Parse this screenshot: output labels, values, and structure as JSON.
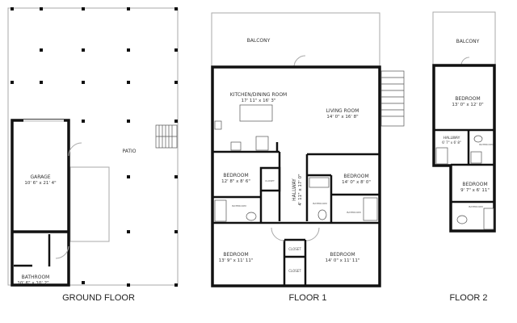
{
  "ground_floor": {
    "title": "GROUND FLOOR",
    "rooms": [
      {
        "name": "PATIO",
        "dims": ""
      },
      {
        "name": "GARAGE",
        "dims": "10' 6\" x 21' 4\""
      },
      {
        "name": "BATHROOM",
        "dims": "10' 6\" x 10' 2\""
      }
    ]
  },
  "floor_1": {
    "title": "FLOOR 1",
    "rooms": [
      {
        "name": "BALCONY",
        "dims": ""
      },
      {
        "name": "KITCHEN/DINING ROOM",
        "dims": "17' 11\" x 16' 3\""
      },
      {
        "name": "LIVING ROOM",
        "dims": "14' 0\" x 16' 8\""
      },
      {
        "name": "BEDROOM",
        "dims": "12' 8\" x 8' 6\""
      },
      {
        "name": "BEDROOM",
        "dims": "14' 0\" x 8' 0\""
      },
      {
        "name": "HALLWAY",
        "dims": "4' 11\" x 17' 0\""
      },
      {
        "name": "CLOSET",
        "dims": ""
      },
      {
        "name": "BATHROOM",
        "dims": ""
      },
      {
        "name": "BATHROOM",
        "dims": ""
      },
      {
        "name": "BATHROOM",
        "dims": ""
      },
      {
        "name": "BEDROOM",
        "dims": "13' 9\" x 11' 11\""
      },
      {
        "name": "BEDROOM",
        "dims": "14' 0\" x 11' 11\""
      },
      {
        "name": "CLOSET",
        "dims": ""
      },
      {
        "name": "CLOSET",
        "dims": ""
      }
    ]
  },
  "floor_2": {
    "title": "FLOOR 2",
    "rooms": [
      {
        "name": "BALCONY",
        "dims": ""
      },
      {
        "name": "BEDROOM",
        "dims": "13' 0\" x 12' 0\""
      },
      {
        "name": "HALLWAY",
        "dims": "6' 7\" x 6' 8\""
      },
      {
        "name": "BATHROOM",
        "dims": ""
      },
      {
        "name": "BEDROOM",
        "dims": "9' 7\" x 6' 11\""
      },
      {
        "name": "BATHROOM",
        "dims": ""
      }
    ]
  }
}
